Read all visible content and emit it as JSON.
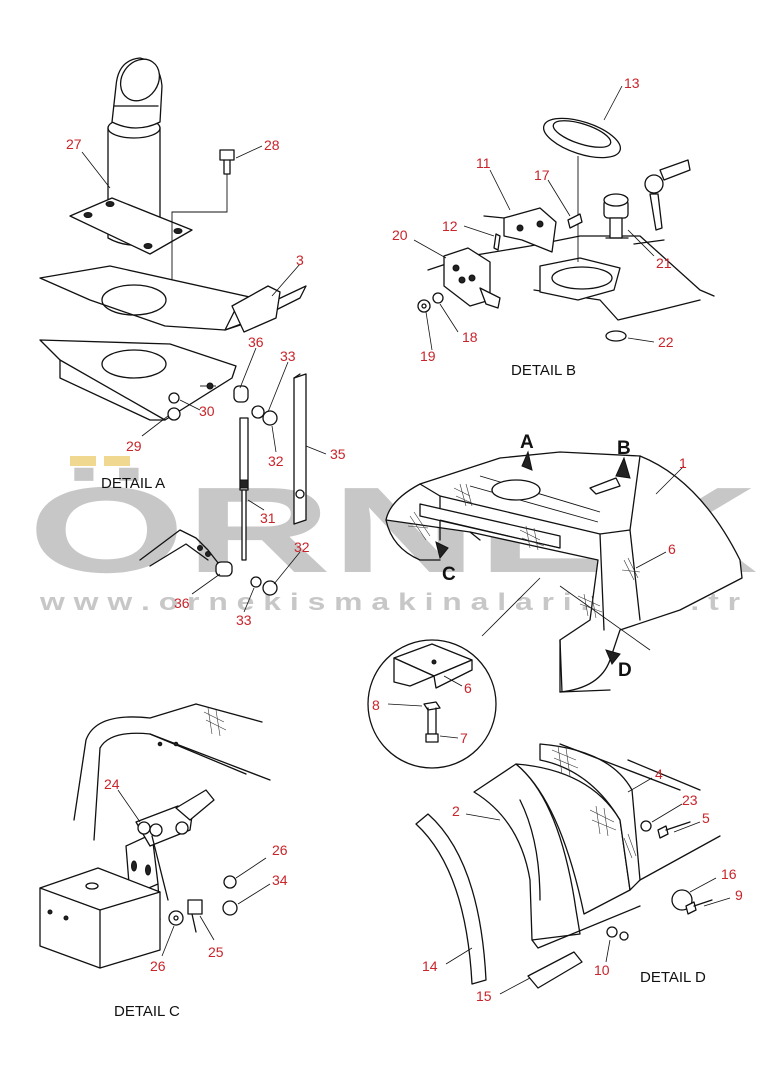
{
  "watermark": {
    "brand": "ÖRNEK",
    "url": "w w w . o r n e k i s m a k i n a l a r i . c o m . t r",
    "brand_color": "#9a9a9a",
    "accent_color": "#f0d890"
  },
  "callout_color": "#c8242a",
  "details": {
    "a": "DETAIL A",
    "b": "DETAIL B",
    "c": "DETAIL C",
    "d": "DETAIL D"
  },
  "view_labels": {
    "a": "A",
    "b": "B",
    "c": "C",
    "d": "D"
  },
  "parts": {
    "p27": "27",
    "p28": "28",
    "p3": "3",
    "p36a": "36",
    "p33a": "33",
    "p30": "30",
    "p29": "29",
    "p32a": "32",
    "p35": "35",
    "p31": "31",
    "p32b": "32",
    "p36b": "36",
    "p33b": "33",
    "p13": "13",
    "p11": "11",
    "p17": "17",
    "p12": "12",
    "p20": "20",
    "p21": "21",
    "p18": "18",
    "p19": "19",
    "p22": "22",
    "p1": "1",
    "p6a": "6",
    "p6b": "6",
    "p8": "8",
    "p7": "7",
    "p24": "24",
    "p26a": "26",
    "p34": "34",
    "p26b": "26",
    "p25": "25",
    "p4": "4",
    "p23": "23",
    "p5": "5",
    "p2": "2",
    "p16": "16",
    "p9": "9",
    "p14": "14",
    "p10": "10",
    "p15": "15"
  }
}
